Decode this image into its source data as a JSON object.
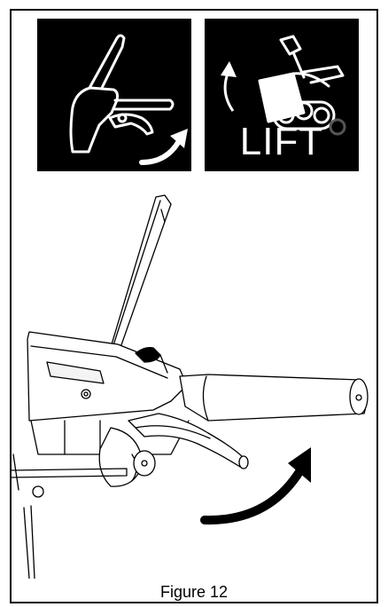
{
  "icons": {
    "left": {
      "name": "lever-squeeze-icon"
    },
    "right": {
      "name": "lift-auger-icon",
      "label": "LIFT"
    }
  },
  "illustration": {
    "name": "handle-lever-drawing",
    "arrow": "curved-up-arrow"
  },
  "caption": "Figure 12",
  "colors": {
    "tile_bg": "#000000",
    "tile_fg": "#ffffff",
    "line": "#000000"
  }
}
